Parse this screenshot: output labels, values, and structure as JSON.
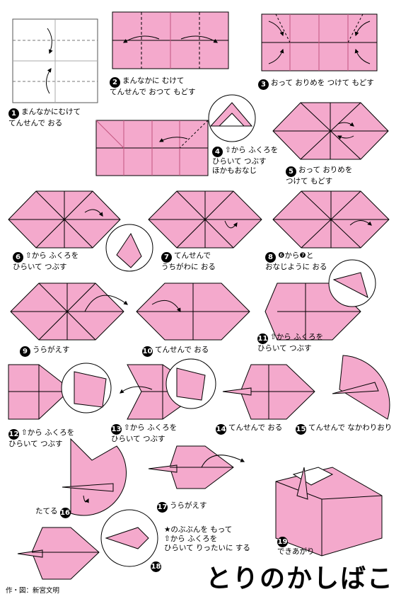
{
  "title": "とりのかしばこ",
  "credit": "作・図：新宮文明",
  "colors": {
    "paper": "#f4a9cc",
    "line": "#000000",
    "crease": "#c2557f"
  },
  "steps": [
    {
      "n": "1",
      "text": "まんなかにむけて\nてんせんで おる"
    },
    {
      "n": "2",
      "text": "まんなかに むけて\nてんせんで おつて もどす"
    },
    {
      "n": "3",
      "text": "おって おりめを つけて もどす"
    },
    {
      "n": "4",
      "text": "⇧から ふくろを\nひらいて つぶす\nほかもおなじ"
    },
    {
      "n": "5",
      "text": "おって おりめを\nつけて もどす"
    },
    {
      "n": "6",
      "text": "⇧から ふくろを\nひらいて つぶす"
    },
    {
      "n": "7",
      "text": "てんせんで\nうちがわに おる"
    },
    {
      "n": "8",
      "text": "❻から❼と\nおなじように おる"
    },
    {
      "n": "9",
      "text": "うらがえす"
    },
    {
      "n": "10",
      "text": "てんせんで おる"
    },
    {
      "n": "11",
      "text": "⇧から ふくろを\nひらいて つぶす"
    },
    {
      "n": "12",
      "text": "⇧から ふくろを\nひらいて つぶす"
    },
    {
      "n": "13",
      "text": "⇧から ふくろを\nひらいて つぶす"
    },
    {
      "n": "14",
      "text": "てんせんで おる"
    },
    {
      "n": "15",
      "text": "てんせんで なかわりおり"
    },
    {
      "n": "16",
      "text": "たてる"
    },
    {
      "n": "17",
      "text": "うらがえす"
    },
    {
      "n": "18",
      "text": "★のぶぶんを もって\n⇧から ふくろを\nひらいて りったいに する"
    },
    {
      "n": "19",
      "text": "できあがり"
    }
  ]
}
